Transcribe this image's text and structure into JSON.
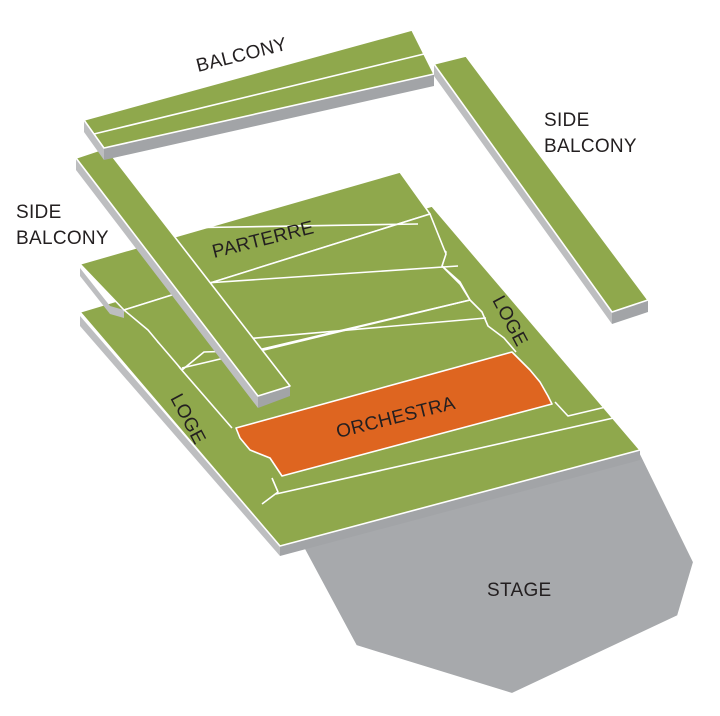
{
  "labels": {
    "balcony": "BALCONY",
    "side_balcony_right_line1": "SIDE",
    "side_balcony_right_line2": "BALCONY",
    "side_balcony_left_line1": "SIDE",
    "side_balcony_left_line2": "BALCONY",
    "parterre": "PARTERRE",
    "loge_right": "LOGE",
    "loge_left": "LOGE",
    "orchestra": "ORCHESTRA",
    "stage": "STAGE"
  },
  "colors": {
    "seating_green": "#8fa84c",
    "orchestra_orange": "#de6520",
    "stage_gray": "#a7a9ac",
    "edge_gray": "#bdbec0"
  }
}
